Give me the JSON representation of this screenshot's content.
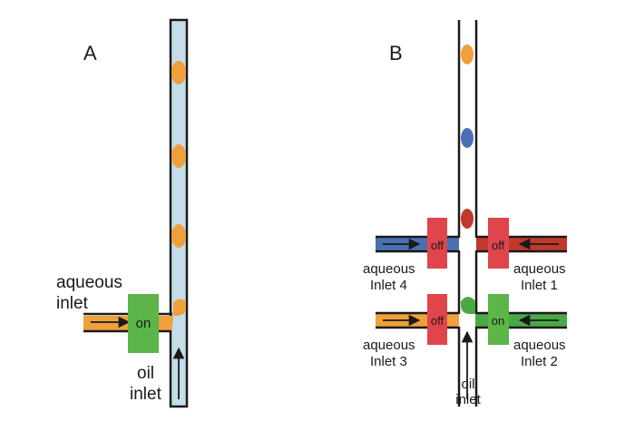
{
  "panel_a": {
    "letter": "A",
    "aqueous_label": [
      "aqueous",
      "inlet"
    ],
    "valve_state": "on",
    "oil_label": [
      "oil",
      "inlet"
    ]
  },
  "panel_b": {
    "letter": "B",
    "inlet4_label": [
      "aqueous",
      "Inlet 4"
    ],
    "inlet1_label": [
      "aqueous",
      "Inlet 1"
    ],
    "inlet3_label": [
      "aqueous",
      "Inlet 3"
    ],
    "inlet2_label": [
      "aqueous",
      "Inlet 2"
    ],
    "valve_inlet4": "off",
    "valve_inlet1": "off",
    "valve_inlet3": "off",
    "valve_inlet2": "on",
    "oil_label": [
      "oil",
      "inlet"
    ]
  },
  "colors": {
    "channel_fill": "#c5dde9",
    "orange": "#f0a03a",
    "blue": "#4a70b4",
    "red": "#c0392b",
    "green": "#4aa845",
    "valve_red": "#e0454c",
    "valve_green": "#5cb548",
    "outline": "#1a1a1a"
  }
}
